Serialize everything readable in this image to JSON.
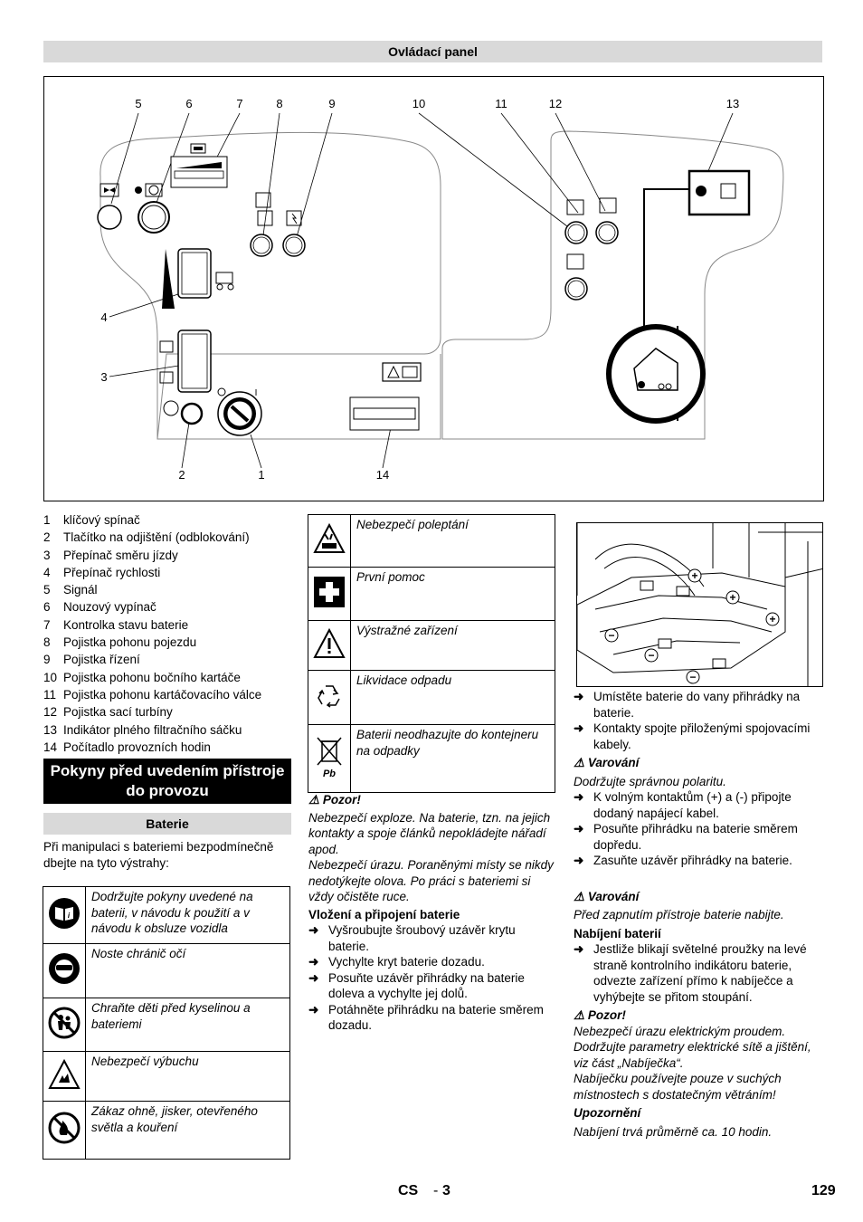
{
  "header": {
    "title": "Ovládací panel"
  },
  "diagram": {
    "callouts_top": [
      "5",
      "6",
      "7",
      "8",
      "9",
      "10",
      "11",
      "12",
      "13"
    ],
    "callouts_left": [
      "4",
      "3"
    ],
    "callouts_bottom": [
      "2",
      "1",
      "14"
    ],
    "key_symbol": "I"
  },
  "legend": [
    {
      "num": "1",
      "text": "klíčový spínač"
    },
    {
      "num": "2",
      "text": "Tlačítko na odjištění (odblokování)"
    },
    {
      "num": "3",
      "text": "Přepínač směru jízdy"
    },
    {
      "num": "4",
      "text": "Přepínač rychlosti"
    },
    {
      "num": "5",
      "text": "Signál"
    },
    {
      "num": "6",
      "text": "Nouzový vypínač"
    },
    {
      "num": "7",
      "text": "Kontrolka stavu baterie"
    },
    {
      "num": "8",
      "text": "Pojistka pohonu pojezdu"
    },
    {
      "num": "9",
      "text": "Pojistka řízení"
    },
    {
      "num": "10",
      "text": "Pojistka pohonu bočního kartáče"
    },
    {
      "num": "11",
      "text": "Pojistka pohonu kartáčovacího válce"
    },
    {
      "num": "12",
      "text": "Pojistka sací turbíny"
    },
    {
      "num": "13",
      "text": "Indikátor plného filtračního sáčku"
    },
    {
      "num": "14",
      "text": "Počítadlo provozních hodin"
    }
  ],
  "section_title": "Pokyny před uvedením přístroje do provozu",
  "battery": {
    "title": "Baterie",
    "intro": "Při manipulaci s bateriemi bezpodmínečně dbejte na tyto výstrahy:",
    "symbols_left": [
      {
        "icon": "manual-icon",
        "text": "Dodržujte pokyny uvedené na baterii, v návodu k použití a v návodu k obsluze vozidla"
      },
      {
        "icon": "eye-protection-icon",
        "text": "Noste chránič očí"
      },
      {
        "icon": "keep-children-away-icon",
        "text": "Chraňte děti před kyselinou a bateriemi"
      },
      {
        "icon": "explosion-icon",
        "text": "Nebezpečí výbuchu"
      },
      {
        "icon": "no-fire-icon",
        "text": "Zákaz ohně, jisker, otevřeného světla a kouření"
      }
    ],
    "symbols_right": [
      {
        "icon": "corrosive-icon",
        "text": "Nebezpečí poleptání"
      },
      {
        "icon": "first-aid-icon",
        "text": "První pomoc"
      },
      {
        "icon": "warning-triangle-icon",
        "text": "Výstražné zařízení"
      },
      {
        "icon": "recycling-icon",
        "text": "Likvidace odpadu"
      },
      {
        "icon": "crossed-bin-icon",
        "text": "Baterii neodhazujte do kontejneru na odpadky"
      }
    ],
    "pb_label": "Pb"
  },
  "col2": {
    "caution_label": "Pozor!",
    "caution_text_1": "Nebezpečí exploze. Na baterie, tzn. na jejich kontakty a spoje článků nepokládejte nářadí apod.",
    "caution_text_2": "Nebezpečí úrazu. Poraněnými místy se nikdy nedotýkejte olova. Po práci s bateriemi si vždy očistěte ruce.",
    "install_title": "Vložení a připojení baterie",
    "install_steps": [
      "Vyšroubujte šroubový uzávěr krytu baterie.",
      "Vychylte kryt baterie dozadu.",
      "Posuňte uzávěr přihrádky na baterie doleva a vychylte jej dolů.",
      "Potáhněte přihrádku na baterie směrem dozadu."
    ]
  },
  "col3": {
    "steps_a": [
      "Umístěte baterie do vany přihrádky na baterie.",
      "Kontakty spojte přiloženými spojovacími kabely."
    ],
    "warning_label_1": "Varování",
    "warning_text_1": "Dodržujte správnou polaritu.",
    "steps_b": [
      "K volným kontaktům (+) a (-) připojte dodaný napájecí kabel.",
      "Posuňte přihrádku na baterie směrem dopředu.",
      "Zasuňte uzávěr přihrádky na baterie."
    ],
    "warning_label_2": "Varování",
    "warning_text_2": "Před zapnutím přístroje baterie nabijte.",
    "charge_title": "Nabíjení baterií",
    "charge_step": "Jestliže blikají světelné proužky na levé straně kontrolního indikátoru baterie, odvezte zařízení přímo k nabíječce a vyhýbejte se přitom stoupání.",
    "caution_label": "Pozor!",
    "caution_text_1": "Nebezpečí úrazu elektrickým proudem. Dodržujte parametry elektrické sítě a jištění, viz část „Nabíječka“.",
    "caution_text_2": "Nabíječku používejte pouze v suchých místnostech s dostatečným větráním!",
    "note_label": "Upozornění",
    "note_text": "Nabíjení trvá průměrně ca. 10 hodin."
  },
  "footer": {
    "lang": "CS",
    "sep": "-",
    "local_page": "3",
    "page": "129"
  }
}
